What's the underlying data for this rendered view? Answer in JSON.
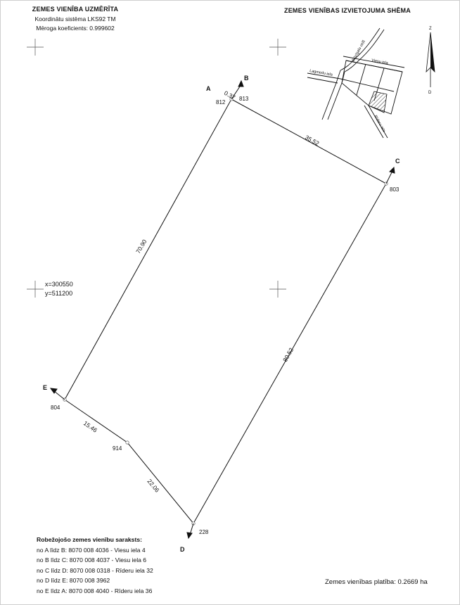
{
  "header": {
    "title_left": "ZEMES VIENĪBA UZMĒRĪTA",
    "coord_system": "Koordinātu sistēma LKS92 TM",
    "scale_coef": "Mēroga koeficients: 0.999602",
    "title_right": "ZEMES VIENĪBAS IZVIETOJUMA SHĒMA"
  },
  "grid_coords": {
    "x": "x=300550",
    "y": "y=511200"
  },
  "points": {
    "A": "A",
    "B": "B",
    "C": "C",
    "D": "D",
    "E": "E",
    "n812": "812",
    "n813": "813",
    "n803": "803",
    "n228": "228",
    "n804": "804",
    "n914": "914"
  },
  "distances": {
    "ab": "0.37",
    "bc": "35.52",
    "cd": "80.52",
    "de_a": "22.06",
    "de_b": "15.46",
    "ea": "70.90"
  },
  "inset": {
    "streets": {
      "bluebeery": "Blūzīgalu ceļš",
      "viesu": "Viesu iela",
      "lagmedu": "Lagmedu iela",
      "rideru": "Rīderu iela"
    }
  },
  "neighbors": {
    "title": "Robežojošo zemes vienību saraksts:",
    "rows": [
      "no A līdz B: 8070 008 4036 - Viesu iela 4",
      "no B līdz C: 8070 008 4037 - Viesu iela 6",
      "no C līdz D: 8070 008 0318 - Rīderu iela 32",
      "no D līdz E: 8070 008 3962",
      "no E līdz A: 8070 008 4040 - Rīderu iela 36"
    ]
  },
  "area": "Zemes vienības platība: 0.2669 ha",
  "compass": {
    "north": "Z",
    "south": "D"
  },
  "colors": {
    "line": "#111111",
    "inset_hatch": "#333333",
    "crosshair": "#555555"
  }
}
